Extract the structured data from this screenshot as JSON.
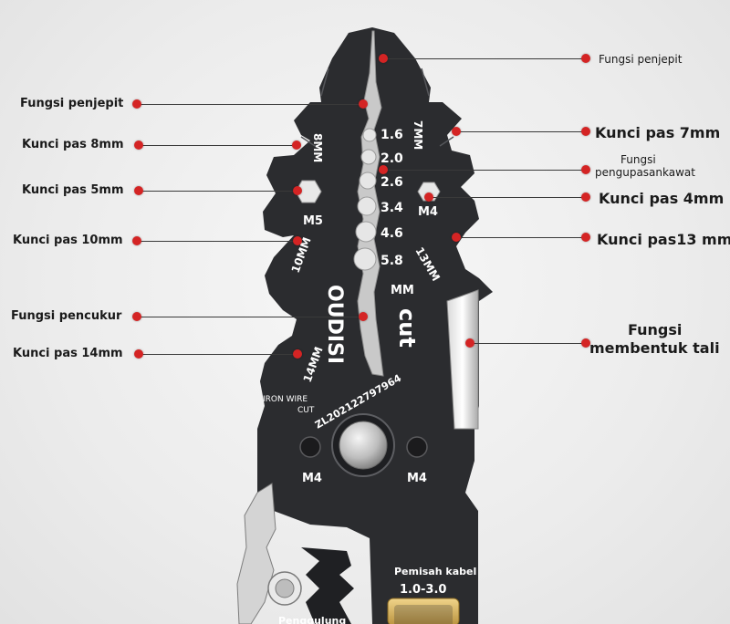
{
  "labels": {
    "fungsi_penjepit_tip": "Fungsi penjepit",
    "fungsi_penjepit_left": "Fungsi penjepit",
    "kunci_8": "Kunci pas 8mm",
    "kunci_5": "Kunci pas 5mm",
    "kunci_10": "Kunci pas 10mm",
    "fungsi_pencukur": "Fungsi pencukur",
    "kunci_14": "Kunci pas 14mm",
    "kunci_7": "Kunci pas 7mm",
    "fungsi_pengupas_1": "Fungsi",
    "fungsi_pengupas_2": "pengupasankawat",
    "kunci_4": "Kunci pas 4mm",
    "kunci_13": "Kunci pas13 mm",
    "membentuk_1": "Fungsi",
    "membentuk_2": "membentuk tali"
  },
  "tool": {
    "gauges": [
      "1.6",
      "2.0",
      "2.6",
      "3.4",
      "4.6",
      "5.8"
    ],
    "mm": "MM",
    "mark_8mm": "8MM",
    "mark_7mm": "7MM",
    "mark_m5": "M5",
    "mark_m4_top": "M4",
    "mark_10mm": "10MM",
    "mark_13mm": "13MM",
    "mark_14mm": "14MM",
    "brand": "OUDISI",
    "cut": "cut",
    "iron_wire_1": "IRON WIRE",
    "iron_wire_2": "CUT",
    "serial": "ZL202122797964",
    "m4_left": "M4",
    "m4_right": "M4",
    "cable_title": "Pemisah kabel",
    "cable_range": "1.0-3.0",
    "bottom_text": "Penggulung"
  },
  "colors": {
    "marker": "#d42424",
    "metal": "#2b2c2f",
    "text": "#1a1a1a"
  }
}
